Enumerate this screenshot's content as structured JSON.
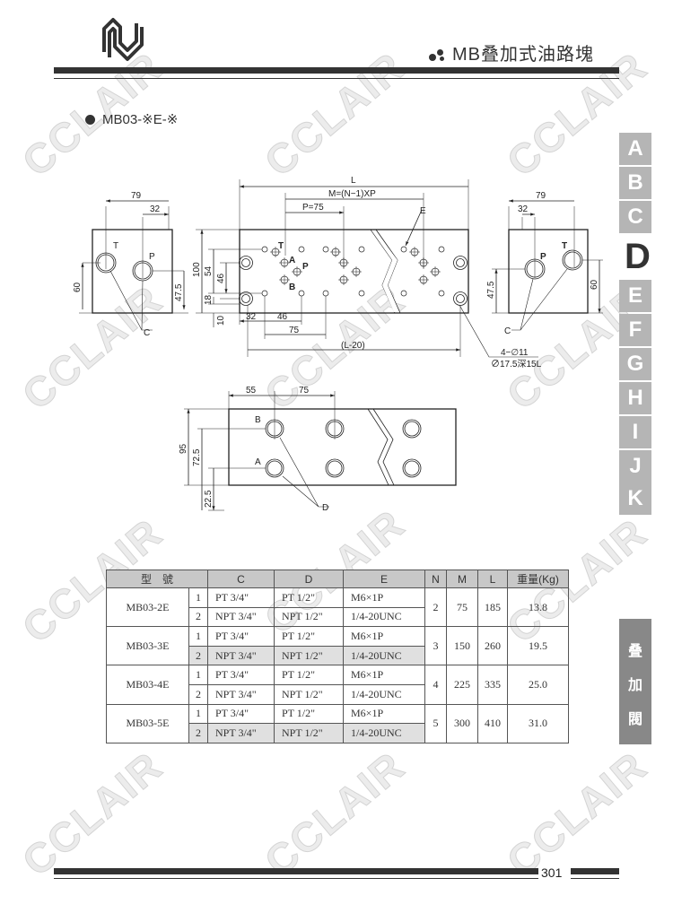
{
  "header": {
    "title": "MB叠加式油路塊",
    "logo": "N"
  },
  "subtitle": "MB03-※E-※",
  "watermark": "CCLAIR",
  "side_tabs": [
    "A",
    "B",
    "C",
    "D",
    "E",
    "F",
    "G",
    "H",
    "I",
    "J",
    "K"
  ],
  "active_tab": "D",
  "category_tab": [
    "叠",
    "加",
    "閥"
  ],
  "page_number": "301",
  "drawing": {
    "left": {
      "d79": "79",
      "d32": "32",
      "d60": "60",
      "d47": "47.5",
      "T": "T",
      "P": "P",
      "C": "C"
    },
    "main": {
      "L": "L",
      "M": "M=(N−1)XP",
      "P75": "P=75",
      "E": "E",
      "d100": "100",
      "d54": "54",
      "d46v": "46",
      "d18": "18",
      "d10": "10",
      "d32": "32",
      "d46": "46",
      "d75": "75",
      "L20": "(L-20)",
      "T": "T",
      "A": "A",
      "P": "P",
      "B": "B",
      "hole1": "4−∅11",
      "hole2": "∅17.5深15L"
    },
    "right": {
      "d79": "79",
      "d32": "32",
      "d47": "47.5",
      "d60": "60",
      "P": "P",
      "T": "T",
      "C": "C"
    },
    "bottom": {
      "d55": "55",
      "d75": "75",
      "d95": "95",
      "d72": "72.5",
      "d22": "22.5",
      "A": "A",
      "B": "B",
      "D": "D"
    }
  },
  "table": {
    "headers": [
      "型　號",
      "C",
      "D",
      "E",
      "N",
      "M",
      "L",
      "重量(Kg)"
    ],
    "models": [
      {
        "model": "MB03-2E",
        "N": "2",
        "M": "75",
        "L": "185",
        "weight": "13.8",
        "rows": [
          {
            "no": "1",
            "C": "PT 3/4\"",
            "D": "PT 1/2\"",
            "E": "M6×1P"
          },
          {
            "no": "2",
            "C": "NPT 3/4\"",
            "D": "NPT 1/2\"",
            "E": "1/4-20UNC"
          }
        ]
      },
      {
        "model": "MB03-3E",
        "N": "3",
        "M": "150",
        "L": "260",
        "weight": "19.5",
        "rows": [
          {
            "no": "1",
            "C": "PT 3/4\"",
            "D": "PT 1/2\"",
            "E": "M6×1P"
          },
          {
            "no": "2",
            "C": "NPT 3/4\"",
            "D": "NPT 1/2\"",
            "E": "1/4-20UNC"
          }
        ]
      },
      {
        "model": "MB03-4E",
        "N": "4",
        "M": "225",
        "L": "335",
        "weight": "25.0",
        "rows": [
          {
            "no": "1",
            "C": "PT 3/4\"",
            "D": "PT 1/2\"",
            "E": "M6×1P"
          },
          {
            "no": "2",
            "C": "NPT 3/4\"",
            "D": "NPT 1/2\"",
            "E": "1/4-20UNC"
          }
        ]
      },
      {
        "model": "MB03-5E",
        "N": "5",
        "M": "300",
        "L": "410",
        "weight": "31.0",
        "rows": [
          {
            "no": "1",
            "C": "PT 3/4\"",
            "D": "PT 1/2\"",
            "E": "M6×1P"
          },
          {
            "no": "2",
            "C": "NPT 3/4\"",
            "D": "NPT 1/2\"",
            "E": "1/4-20UNC"
          }
        ]
      }
    ]
  }
}
